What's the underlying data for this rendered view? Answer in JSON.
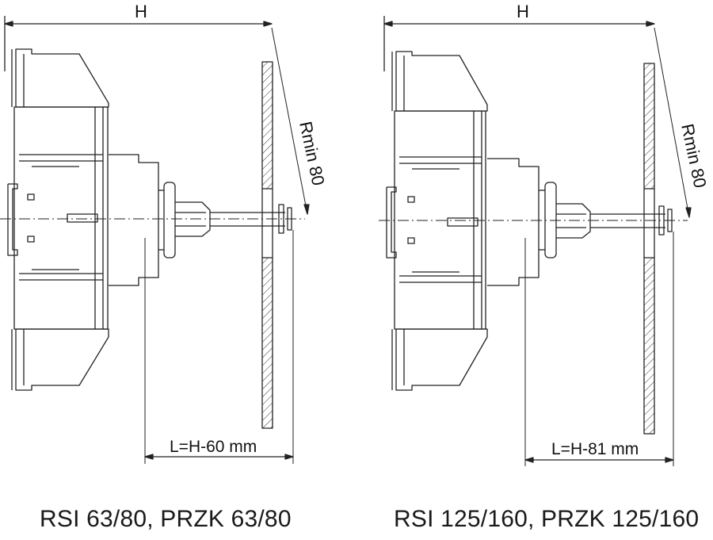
{
  "left": {
    "height_label": "H",
    "radius_label": "Rmin 80",
    "length_label": "L=H-60 mm",
    "caption": "RSI 63/80, PRZK 63/80"
  },
  "right": {
    "height_label": "H",
    "radius_label": "Rmin 80",
    "length_label": "L=H-81 mm",
    "caption": "RSI 125/160, PRZK 125/160"
  },
  "colors": {
    "line": "#222222",
    "hatch": "#333333",
    "background": "#ffffff"
  }
}
